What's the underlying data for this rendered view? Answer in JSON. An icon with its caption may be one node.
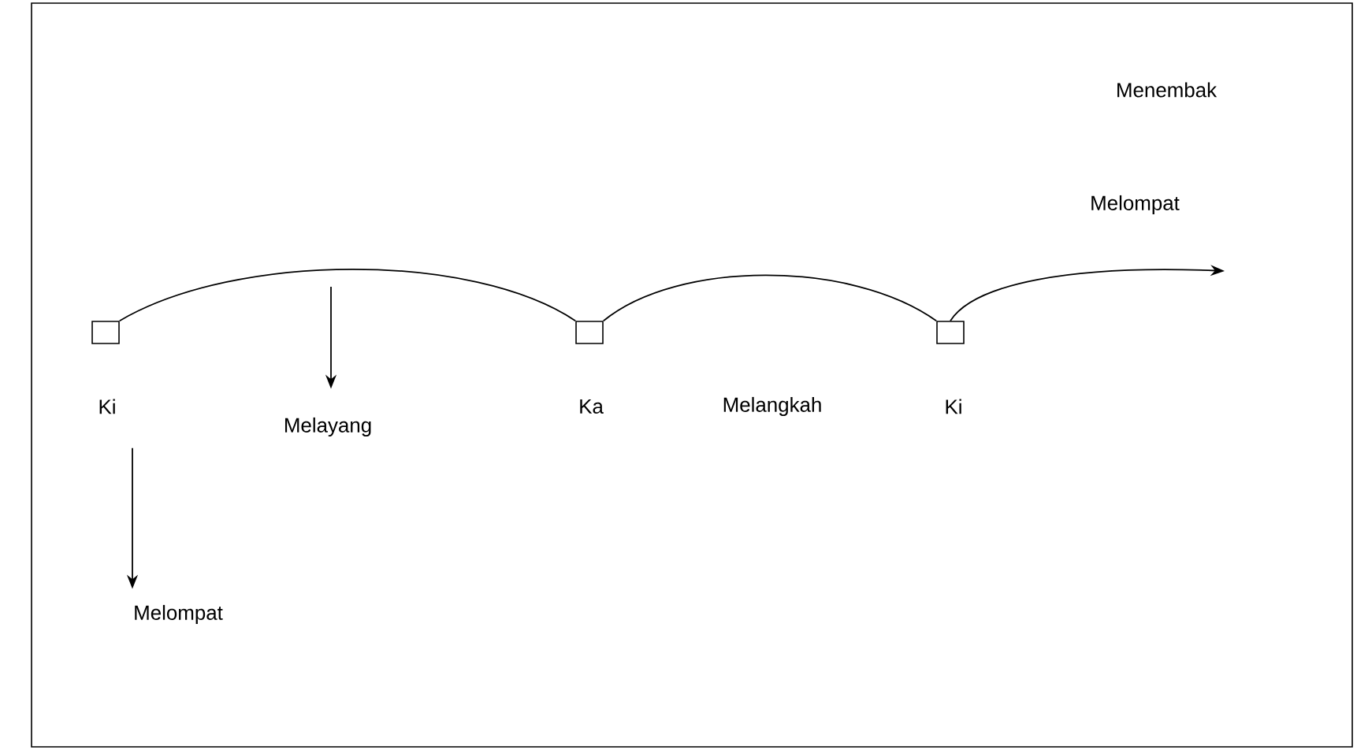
{
  "diagram": {
    "nodes": [
      {
        "text": [],
        "shape": "box",
        "beside": [
          "Ki"
        ]
      },
      {
        "text": [],
        "shape": "box",
        "beside": [
          "Ka"
        ]
      },
      {
        "text": [],
        "shape": "box",
        "beside": [
          "Ki"
        ]
      },
      {
        "text": [
          "Melompat"
        ]
      },
      {
        "text": [
          "Melayang"
        ]
      }
    ],
    "edges": [
      {
        "from": 0,
        "to": 1,
        "arrow": "none"
      },
      {
        "from": 1,
        "to": 2,
        "arrow": "none"
      },
      {
        "from": 2,
        "to": null,
        "arrow": "to",
        "label": "Melompat"
      },
      {
        "from": 0,
        "to": 3,
        "arrow": "to"
      },
      {
        "from": null,
        "to": 4,
        "arrow": "to"
      }
    ],
    "labels": [
      "Menembak",
      "Melangkah"
    ]
  }
}
